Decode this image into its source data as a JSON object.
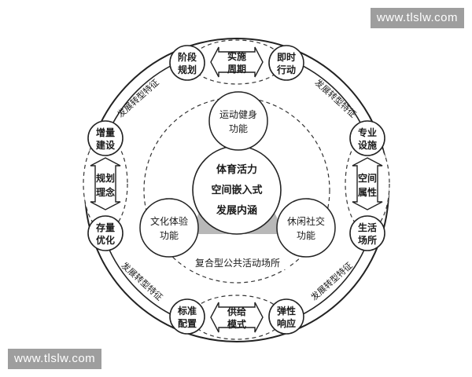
{
  "watermark": {
    "top": "www.tlslw.com",
    "bottom": "www.tlslw.com"
  },
  "diagram": {
    "center": [
      "体育活力",
      "空间嵌入式",
      "发展内涵"
    ],
    "functions": {
      "top": [
        "运动健身",
        "功能"
      ],
      "left": [
        "文化体验",
        "功能"
      ],
      "right": [
        "休闲社交",
        "功能"
      ]
    },
    "inner_ring_label": "复合型公共活动场所",
    "outer_nodes": {
      "top_left": [
        "阶段",
        "规划"
      ],
      "top_right": [
        "即时",
        "行动"
      ],
      "right_top": [
        "专业",
        "设施"
      ],
      "right_bottom": [
        "生活",
        "场所"
      ],
      "bottom_right": [
        "弹性",
        "响应"
      ],
      "bottom_left": [
        "标准",
        "配置"
      ],
      "left_bottom": [
        "存量",
        "优化"
      ],
      "left_top": [
        "增量",
        "建设"
      ]
    },
    "connectors": {
      "top": [
        "实施",
        "周期"
      ],
      "right": [
        "空间",
        "属性"
      ],
      "bottom": [
        "供给",
        "模式"
      ],
      "left": [
        "规划",
        "理念"
      ]
    },
    "arc_labels": {
      "upper_left": "发展转型特征",
      "upper_right": "发展转型特征",
      "lower_left": "发展转型特征",
      "lower_right": "发展转型特征"
    }
  }
}
